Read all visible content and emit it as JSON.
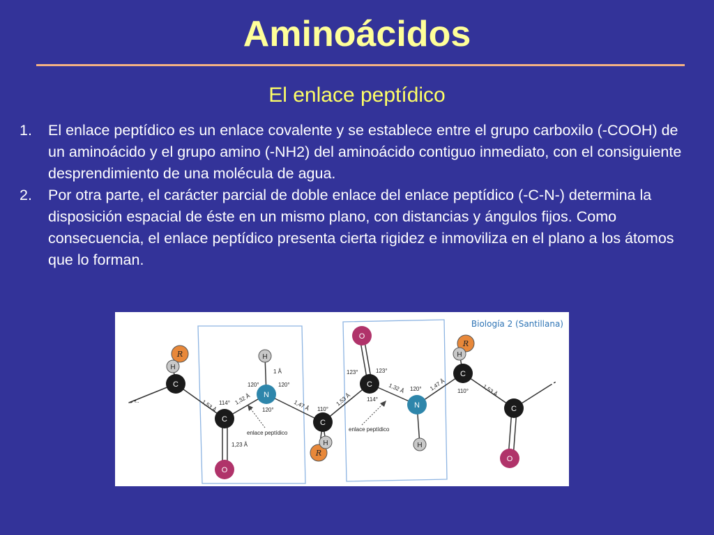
{
  "slide": {
    "title": "Aminoácidos",
    "subtitle": "El enlace peptídico",
    "points": [
      {
        "number": "1.",
        "text": "El enlace peptídico es un enlace covalente y se establece entre el grupo carboxilo (-COOH) de un aminoácido y el grupo amino (-NH2) del aminoácido contiguo inmediato, con el consiguiente desprendimiento de una molécula de agua."
      },
      {
        "number": "2.",
        "text": "Por otra parte, el carácter parcial de doble enlace del enlace peptídico (-C-N-) determina la disposición espacial de éste en un mismo plano, con distancias y ángulos fijos. Como consecuencia, el enlace peptídico presenta cierta rigidez e inmoviliza en el plano a los átomos que lo forman."
      }
    ]
  },
  "figure": {
    "credit": "Biología 2 (Santillana)",
    "atoms": {
      "c": "C",
      "n": "N",
      "o": "O",
      "h": "H",
      "r": "R"
    },
    "labels": {
      "bond_153": "1,53 Å",
      "bond_132": "1,32 Å",
      "bond_147": "1,47 Å",
      "bond_123": "1,23 Å",
      "bond_1": "1 Å",
      "angle_114": "114°",
      "angle_120": "120°",
      "angle_110": "110°",
      "angle_123": "123°",
      "peptide_bond": "enlace peptídico",
      "dots": "..."
    },
    "colors": {
      "carbon": "#1A1A1A",
      "nitrogen": "#2E86AB",
      "oxygen": "#B0336A",
      "hydrogen": "#C8C8C8",
      "r_group": "#E8883A",
      "plane": "#8DB4E2"
    }
  }
}
